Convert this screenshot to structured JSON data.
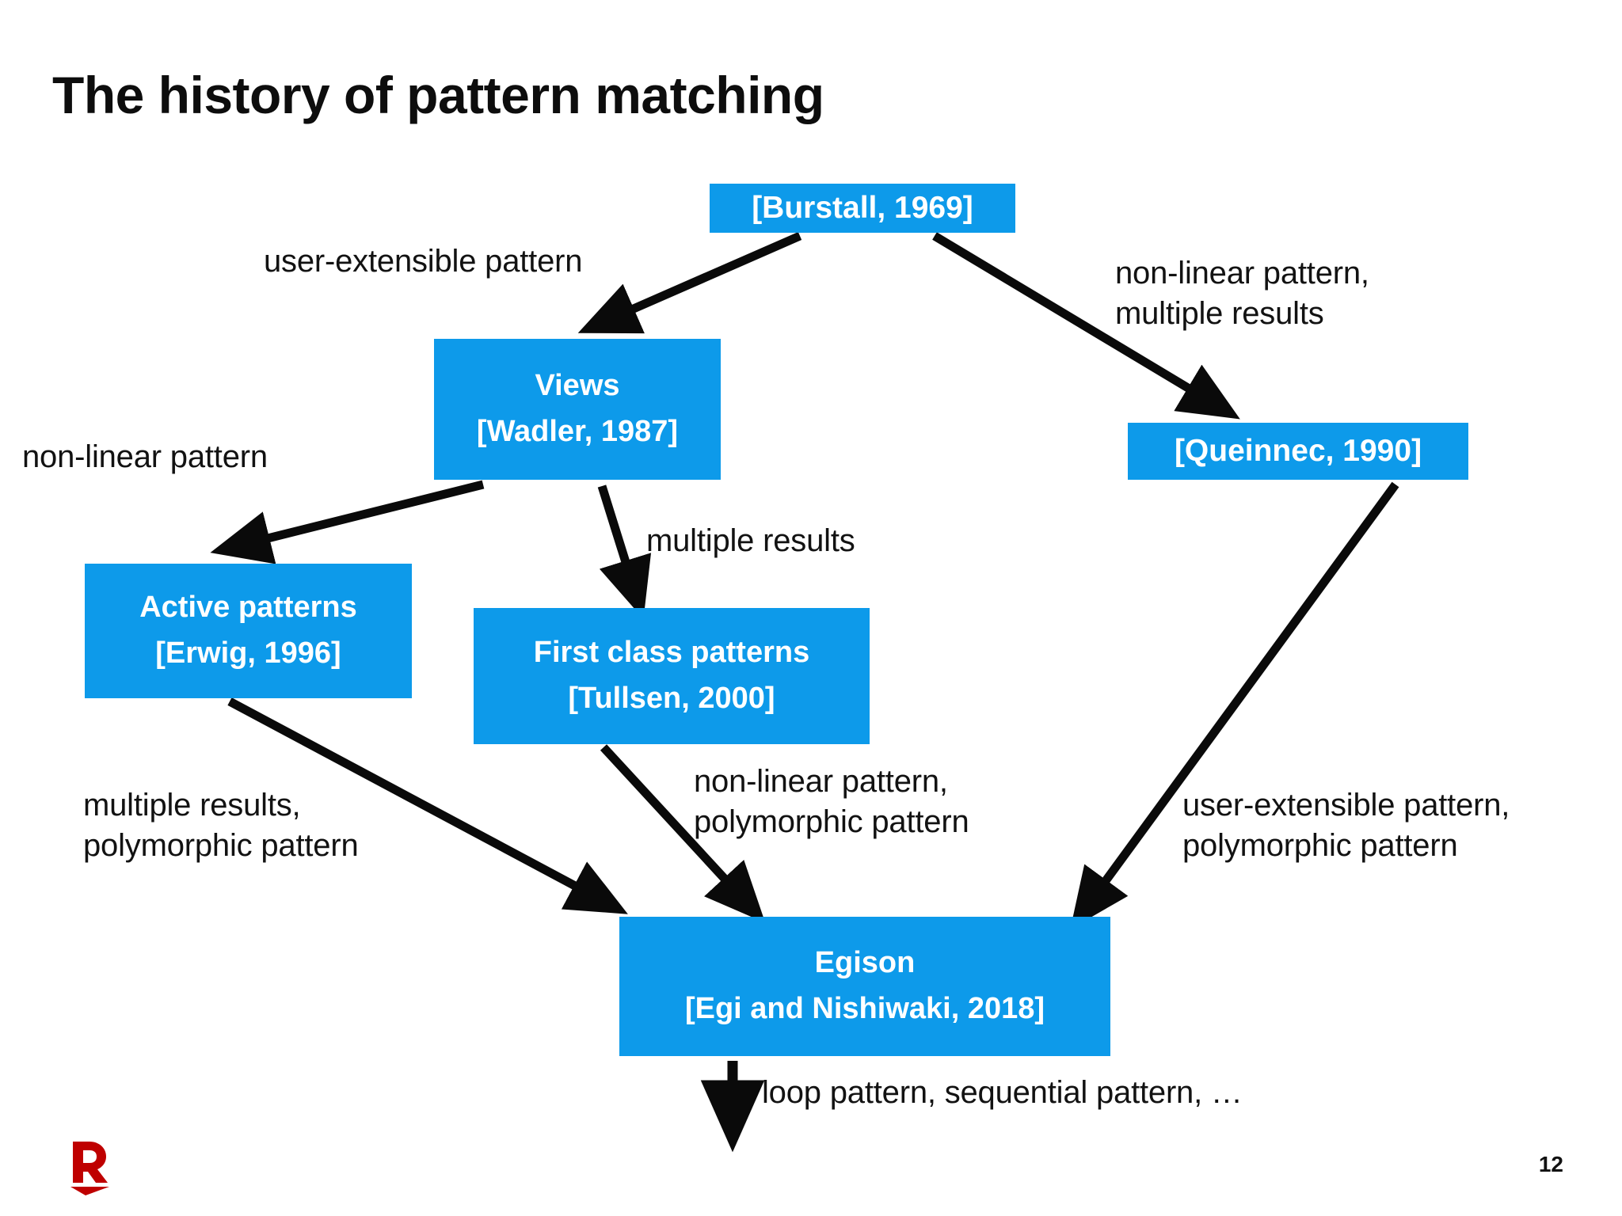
{
  "slide": {
    "title": "The history of pattern matching",
    "page_number": "12",
    "logo_letter": "R",
    "accent_color": "#0d9aea",
    "logo_color": "#bf0000",
    "text_color": "#121212",
    "background_color": "#ffffff"
  },
  "nodes": [
    {
      "id": "burstall",
      "line1": "[Burstall, 1969]",
      "line2": ""
    },
    {
      "id": "views",
      "line1": "Views",
      "line2": "[Wadler, 1987]"
    },
    {
      "id": "queinnec",
      "line1": "[Queinnec, 1990]",
      "line2": ""
    },
    {
      "id": "active",
      "line1": "Active patterns",
      "line2": "[Erwig, 1996]"
    },
    {
      "id": "firstclass",
      "line1": "First class patterns",
      "line2": "[Tullsen, 2000]"
    },
    {
      "id": "egison",
      "line1": "Egison",
      "line2": "[Egi and Nishiwaki, 2018]"
    }
  ],
  "edges": [
    {
      "id": "burstall-views",
      "from": "burstall",
      "to": "views",
      "label_line1": "user-extensible pattern",
      "label_line2": ""
    },
    {
      "id": "burstall-queinnec",
      "from": "burstall",
      "to": "queinnec",
      "label_line1": "non-linear pattern,",
      "label_line2": "multiple results"
    },
    {
      "id": "views-active",
      "from": "views",
      "to": "active",
      "label_line1": "non-linear pattern",
      "label_line2": ""
    },
    {
      "id": "views-firstclass",
      "from": "views",
      "to": "firstclass",
      "label_line1": "multiple results",
      "label_line2": ""
    },
    {
      "id": "active-egison",
      "from": "active",
      "to": "egison",
      "label_line1": "multiple results,",
      "label_line2": "polymorphic pattern"
    },
    {
      "id": "firstclass-egison",
      "from": "firstclass",
      "to": "egison",
      "label_line1": "non-linear pattern,",
      "label_line2": "polymorphic pattern"
    },
    {
      "id": "queinnec-egison",
      "from": "queinnec",
      "to": "egison",
      "label_line1": "user-extensible pattern,",
      "label_line2": "polymorphic pattern"
    },
    {
      "id": "egison-future",
      "from": "egison",
      "to": "",
      "label_line1": "loop pattern, sequential pattern, …",
      "label_line2": ""
    }
  ]
}
